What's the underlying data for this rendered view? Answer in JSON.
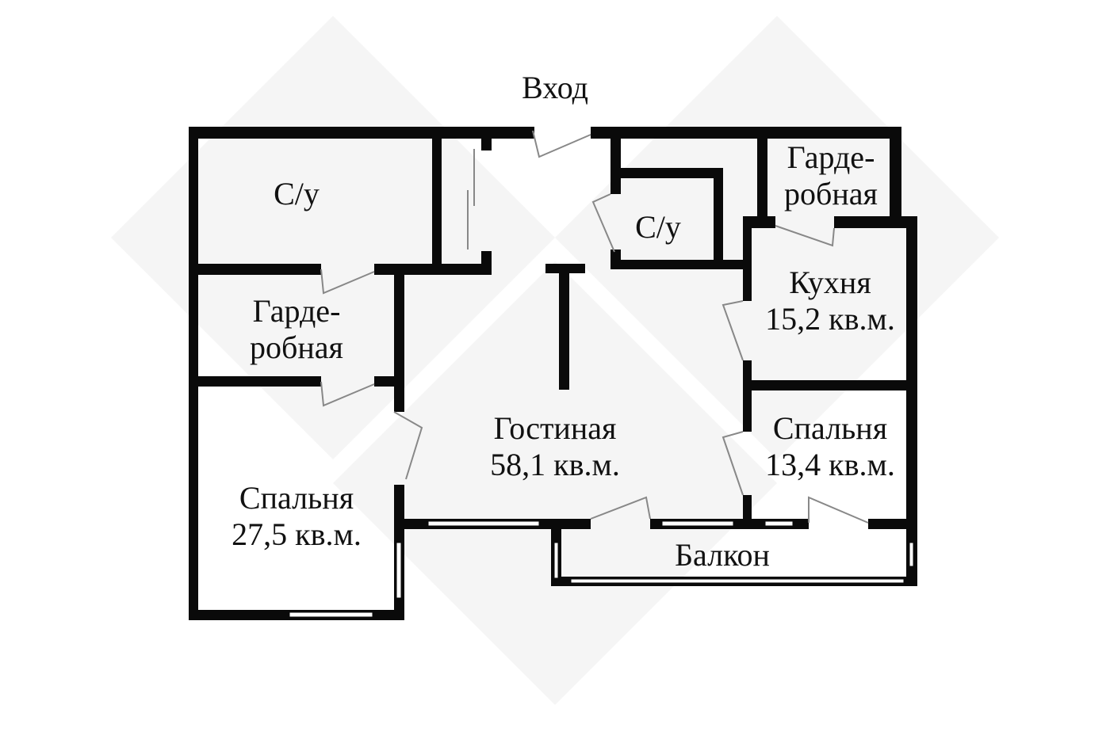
{
  "entrance_label": "Вход",
  "rooms": {
    "wc_left": {
      "name": "С/у"
    },
    "wardrobe_left": {
      "name_line1": "Гарде-",
      "name_line2": "робная"
    },
    "bedroom_left": {
      "name": "Спальня",
      "area": "27,5 кв.м."
    },
    "living": {
      "name": "Гостиная",
      "area": "58,1 кв.м."
    },
    "wc_center": {
      "name": "С/у"
    },
    "wardrobe_right": {
      "name_line1": "Гарде-",
      "name_line2": "робная"
    },
    "kitchen": {
      "name": "Кухня",
      "area": "15,2 кв.м."
    },
    "bedroom_right": {
      "name": "Спальня",
      "area": "13,4 кв.м."
    },
    "balcony": {
      "name": "Балкон"
    }
  },
  "colors": {
    "wall": "#0a0a0a",
    "door": "#888888",
    "window": "#ffffff",
    "watermark": "#f4f4f4"
  }
}
